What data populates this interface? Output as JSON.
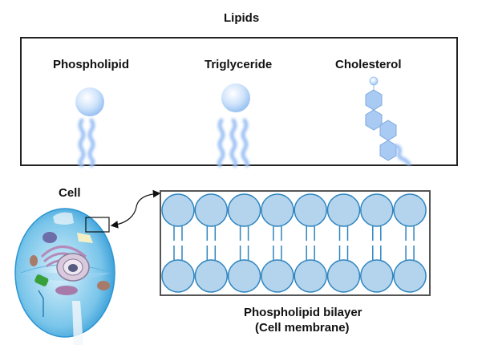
{
  "title": "Lipids",
  "lipids": [
    {
      "label": "Phospholipid",
      "tails": 2
    },
    {
      "label": "Triglyceride",
      "tails": 3
    },
    {
      "label": "Cholesterol",
      "rings": 4
    }
  ],
  "cell": {
    "label": "Cell"
  },
  "bilayer": {
    "caption_line1": "Phospholipid bilayer",
    "caption_line2": "(Cell membrane)",
    "head_pairs": 8
  },
  "colors": {
    "head_fill": "#b3d4ec",
    "head_stroke": "#2e84bf",
    "lipid_glow": "#9fc3f5",
    "ring_fill": "#a9cbf3",
    "ring_stroke": "#7ea8dc",
    "frame": "#222222"
  }
}
